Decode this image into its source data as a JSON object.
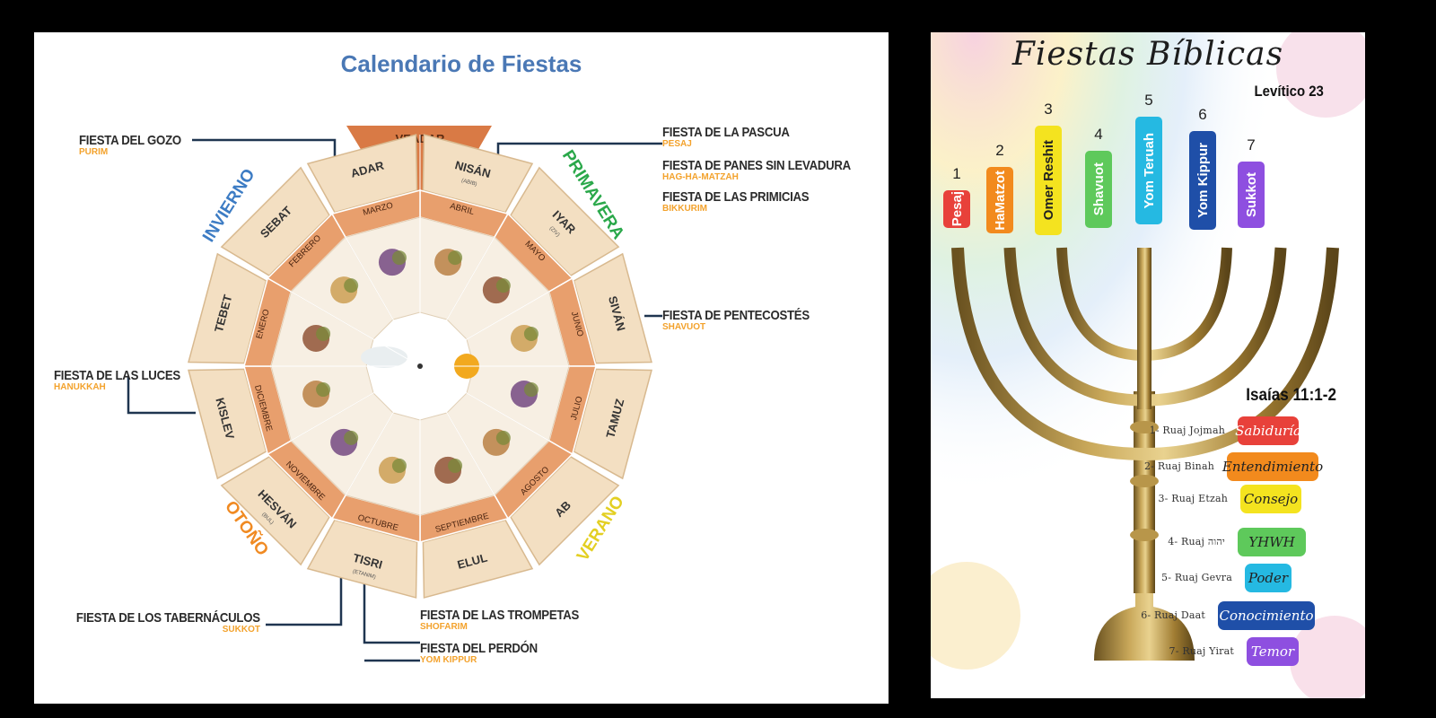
{
  "left": {
    "title": "Calendario de Fiestas",
    "veadar": "VEADAR",
    "seasons": {
      "invierno": "INVIERNO",
      "primavera": "PRIMAVERA",
      "verano": "VERANO",
      "otono": "OTOÑO"
    },
    "hebrew_months": [
      {
        "name": "NISÁN",
        "sub": "(ABIB)"
      },
      {
        "name": "IYAR",
        "sub": "(ZIV)"
      },
      {
        "name": "SIVÁN",
        "sub": ""
      },
      {
        "name": "TAMUZ",
        "sub": ""
      },
      {
        "name": "AB",
        "sub": ""
      },
      {
        "name": "ELUL",
        "sub": ""
      },
      {
        "name": "TISRI",
        "sub": "(ETANIM)"
      },
      {
        "name": "HESVÁN",
        "sub": "(BUL)"
      },
      {
        "name": "KISLEV",
        "sub": ""
      },
      {
        "name": "TEBET",
        "sub": ""
      },
      {
        "name": "SEBAT",
        "sub": ""
      },
      {
        "name": "ADAR",
        "sub": ""
      }
    ],
    "gregorian_months": [
      "ABRIL",
      "MAYO",
      "JUNIO",
      "JULIO",
      "AGOSTO",
      "SEPTIEMBRE",
      "OCTUBRE",
      "NOVIEMBRE",
      "DICIEMBRE",
      "ENERO",
      "FEBRERO",
      "MARZO"
    ],
    "feasts": [
      {
        "name": "FIESTA DEL GOZO",
        "hebrew": "PURIM"
      },
      {
        "name": "FIESTA DE LA PASCUA",
        "hebrew": "PESAJ"
      },
      {
        "name": "FIESTA DE PANES SIN LEVADURA",
        "hebrew": "HAG-HA-MATZAH"
      },
      {
        "name": "FIESTA DE LAS PRIMICIAS",
        "hebrew": "BIKKURIM"
      },
      {
        "name": "FIESTA DE PENTECOSTÉS",
        "hebrew": "SHAVUOT"
      },
      {
        "name": "FIESTA DE LAS LUCES",
        "hebrew": "HANUKKAH"
      },
      {
        "name": "FIESTA DE LOS TABERNÁCULOS",
        "hebrew": "SUKKOT"
      },
      {
        "name": "FIESTA DE LAS TROMPETAS",
        "hebrew": "SHOFARIM"
      },
      {
        "name": "FIESTA DEL PERDÓN",
        "hebrew": "YOM KIPPUR"
      }
    ],
    "colors": {
      "ring_outer": "#f3dfc2",
      "ring_mid": "#e89f6d",
      "veadar": "#d97a45",
      "title": "#4a78b5",
      "season_winter": "#3d7cc4",
      "season_spring": "#2aa84a",
      "season_summer": "#e3cf22",
      "season_autumn": "#f08a22"
    }
  },
  "right": {
    "title": "Fiestas Bíblicas",
    "reference": "Levítico 23",
    "feasts": [
      {
        "num": "1",
        "name": "Pesaj",
        "color": "#e8413a"
      },
      {
        "num": "2",
        "name": "HaMatzot",
        "color": "#f28a1d"
      },
      {
        "num": "3",
        "name": "Omer Reshit",
        "color": "#f4e31f"
      },
      {
        "num": "4",
        "name": "Shavuot",
        "color": "#5ec95b"
      },
      {
        "num": "5",
        "name": "Yom Teruah",
        "color": "#25b9e2"
      },
      {
        "num": "6",
        "name": "Yom Kippur",
        "color": "#1f4fa8"
      },
      {
        "num": "7",
        "name": "Sukkot",
        "color": "#8e4fe0"
      }
    ],
    "isaiah_reference": "Isaías 11:1-2",
    "spirits": [
      {
        "label": "1- Ruaj Jojmah",
        "tag": "Sabiduría",
        "color": "#e8413a"
      },
      {
        "label": "2- Ruaj Binah",
        "tag": "Entendimiento",
        "color": "#f28a1d"
      },
      {
        "label": "3- Ruaj Etzah",
        "tag": "Consejo",
        "color": "#f4e31f"
      },
      {
        "label": "4- Ruaj יהוה",
        "tag": "YHWH",
        "color": "#5ec95b"
      },
      {
        "label": "5- Ruaj Gevra",
        "tag": "Poder",
        "color": "#25b9e2"
      },
      {
        "label": "6- Ruaj Daat",
        "tag": "Conocimiento",
        "color": "#1f4fa8"
      },
      {
        "label": "7- Ruaj Yirat",
        "tag": "Temor",
        "color": "#8e4fe0"
      }
    ]
  }
}
